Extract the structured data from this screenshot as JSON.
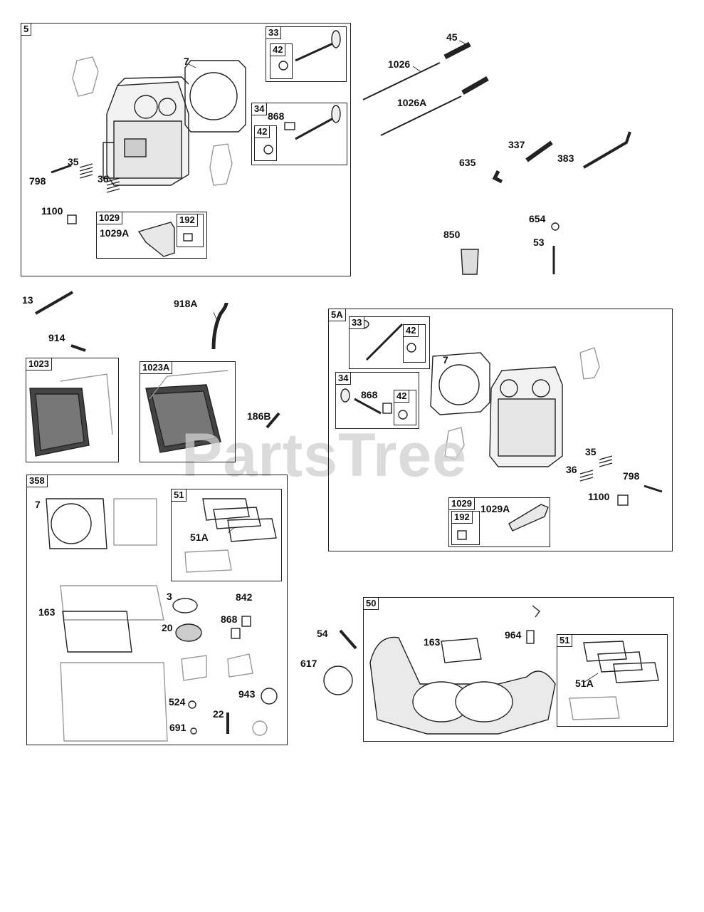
{
  "watermark": "PartsTree",
  "groups": {
    "g5": {
      "tag": "5"
    },
    "g33": {
      "tag": "33"
    },
    "g33_42": {
      "tag": "42"
    },
    "g34": {
      "tag": "34"
    },
    "g34_42": {
      "tag": "42"
    },
    "g1029": {
      "tag": "1029"
    },
    "g1029_192": {
      "tag": "192"
    },
    "g1023": {
      "tag": "1023"
    },
    "g1023A": {
      "tag": "1023A"
    },
    "g358": {
      "tag": "358"
    },
    "g358_51": {
      "tag": "51"
    },
    "g5A": {
      "tag": "5A"
    },
    "g5A_33": {
      "tag": "33"
    },
    "g5A_33_42": {
      "tag": "42"
    },
    "g5A_34": {
      "tag": "34"
    },
    "g5A_34_42": {
      "tag": "42"
    },
    "g5A_1029": {
      "tag": "1029"
    },
    "g5A_1029_192": {
      "tag": "192"
    },
    "g50": {
      "tag": "50"
    },
    "g50_51": {
      "tag": "51"
    }
  },
  "labels": {
    "l7a": "7",
    "l35a": "35",
    "l36a": "36",
    "l798a": "798",
    "l1100a": "1100",
    "l1029Aa": "1029A",
    "l868a": "868",
    "l45": "45",
    "l1026": "1026",
    "l1026A": "1026A",
    "l337": "337",
    "l383": "383",
    "l635": "635",
    "l654": "654",
    "l53": "53",
    "l850": "850",
    "l13": "13",
    "l914": "914",
    "l918A": "918A",
    "l186B": "186B",
    "l7b": "7",
    "l51Ab": "51A",
    "l3": "3",
    "l842": "842",
    "l163b": "163",
    "l20": "20",
    "l868b": "868",
    "l524": "524",
    "l943": "943",
    "l22": "22",
    "l691": "691",
    "l868c": "868",
    "l7c": "7",
    "l35c": "35",
    "l36c": "36",
    "l798c": "798",
    "l1100c": "1100",
    "l1029Ac": "1029A",
    "l54": "54",
    "l617": "617",
    "l163d": "163",
    "l964": "964",
    "l51Ad": "51A"
  }
}
